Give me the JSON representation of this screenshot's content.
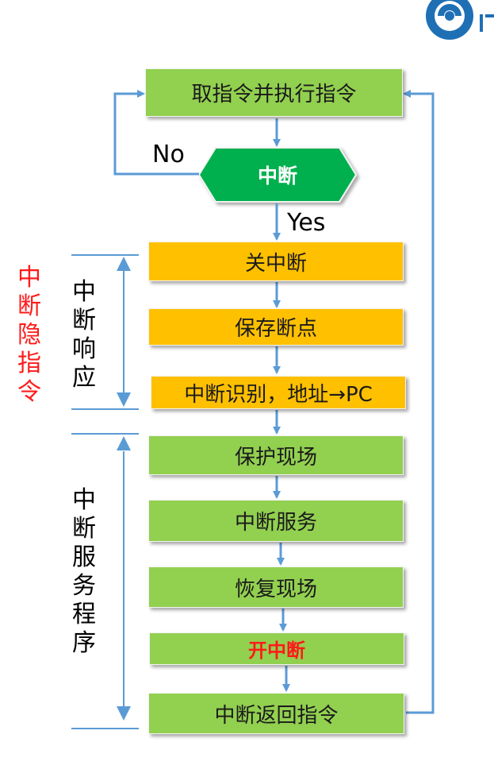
{
  "colors": {
    "green_box": "#92d050",
    "orange_box": "#ffc000",
    "decision_fill": "#00b050",
    "arrow": "#5b9bd5",
    "red_text": "#ff1a1a"
  },
  "nodes": {
    "fetch": "取指令并执行指令",
    "decision": "中断",
    "disable_interrupt": "关中断",
    "save_breakpoint": "保存断点",
    "identify": "中断识别，地址→PC",
    "save_context": "保护现场",
    "service": "中断服务",
    "restore_context": "恢复现场",
    "enable_interrupt": "开中断",
    "return": "中断返回指令"
  },
  "edge_labels": {
    "no": "No",
    "yes": "Yes"
  },
  "side_labels": {
    "implicit": "中断隐指令",
    "response": "中断响应",
    "service_routine": "中断服务程序"
  },
  "logo": "logo-icon"
}
